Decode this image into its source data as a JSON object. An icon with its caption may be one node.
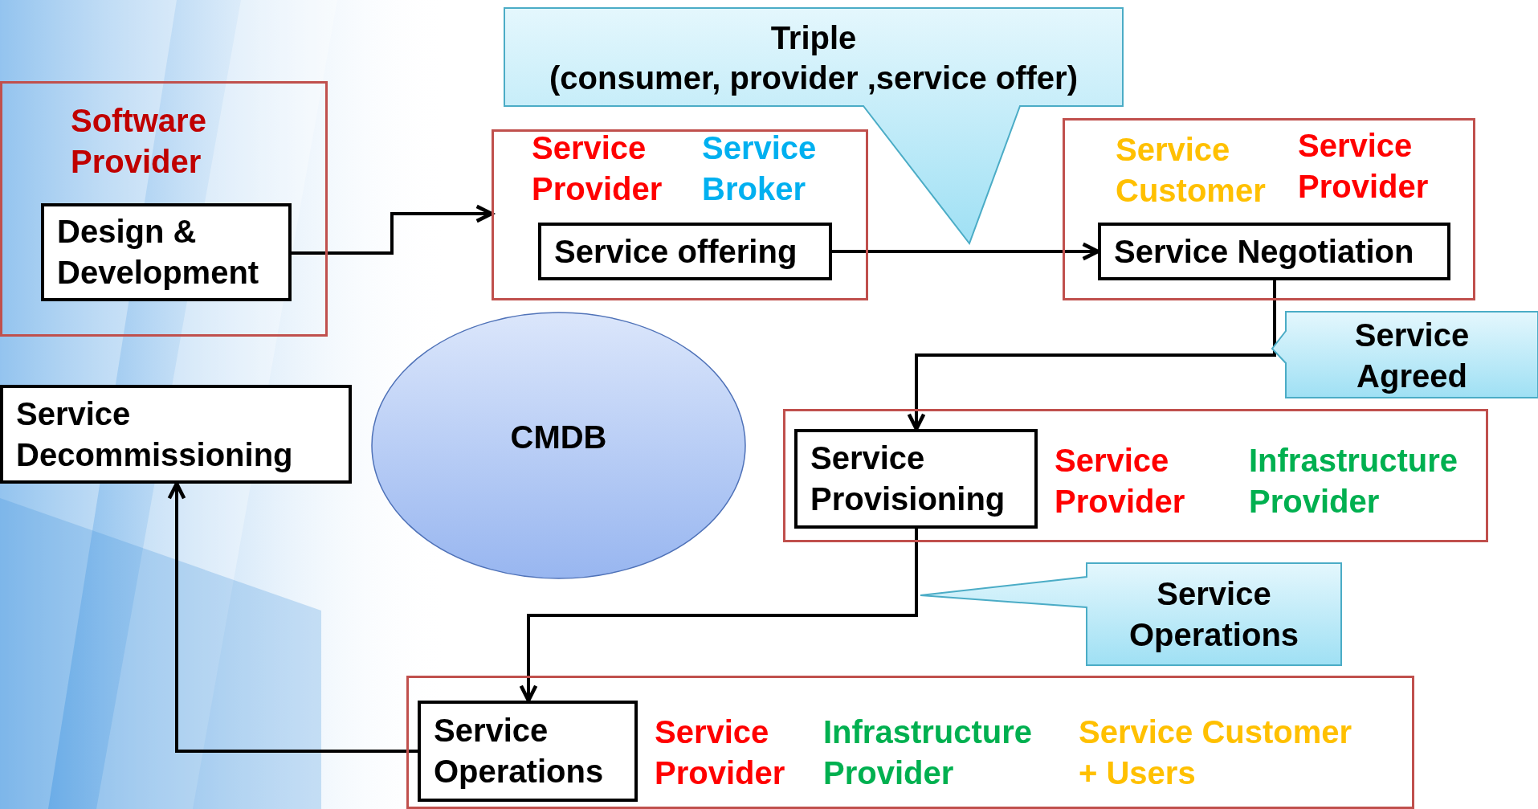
{
  "diagram": {
    "nodes": [
      {
        "text": [
          "Software Provider"
        ]
      },
      {
        "text": [
          "Design & Development"
        ],
        "in": 0
      },
      {
        "text": [
          "Triple",
          "(consumer, provider ,service offer)"
        ]
      },
      {
        "text": [
          "Service Provider",
          "Service Broker"
        ]
      },
      {
        "text": [
          "Service offering"
        ],
        "in": 3
      },
      {
        "text": [
          "Service Customer",
          "Service Provider"
        ]
      },
      {
        "text": [
          "Service Negotiation"
        ],
        "in": 5
      },
      {
        "text": [
          "Service Agreed"
        ]
      },
      {
        "text": [
          "Service Decommissioning"
        ]
      },
      {
        "text": [
          "CMDB"
        ]
      },
      {
        "text": [
          "Service Provider",
          "Infrastructure Provider"
        ]
      },
      {
        "text": [
          "Service Provisioning"
        ],
        "in": 10
      },
      {
        "text": [
          "Service Operations"
        ]
      },
      {
        "text": [
          "Service Provider",
          "Infrastructure Provider",
          "Service Customer + Users"
        ]
      },
      {
        "text": [
          "Service Operations"
        ],
        "in": 13
      }
    ],
    "edges": [
      {
        "from": 1,
        "to": 3,
        "arrow": "to"
      },
      {
        "from": 4,
        "to": 6,
        "arrow": "to"
      },
      {
        "from": 6,
        "to": 11,
        "arrow": "to"
      },
      {
        "from": 11,
        "to": 14,
        "arrow": "to"
      },
      {
        "from": 14,
        "to": 8,
        "arrow": "to"
      }
    ]
  }
}
